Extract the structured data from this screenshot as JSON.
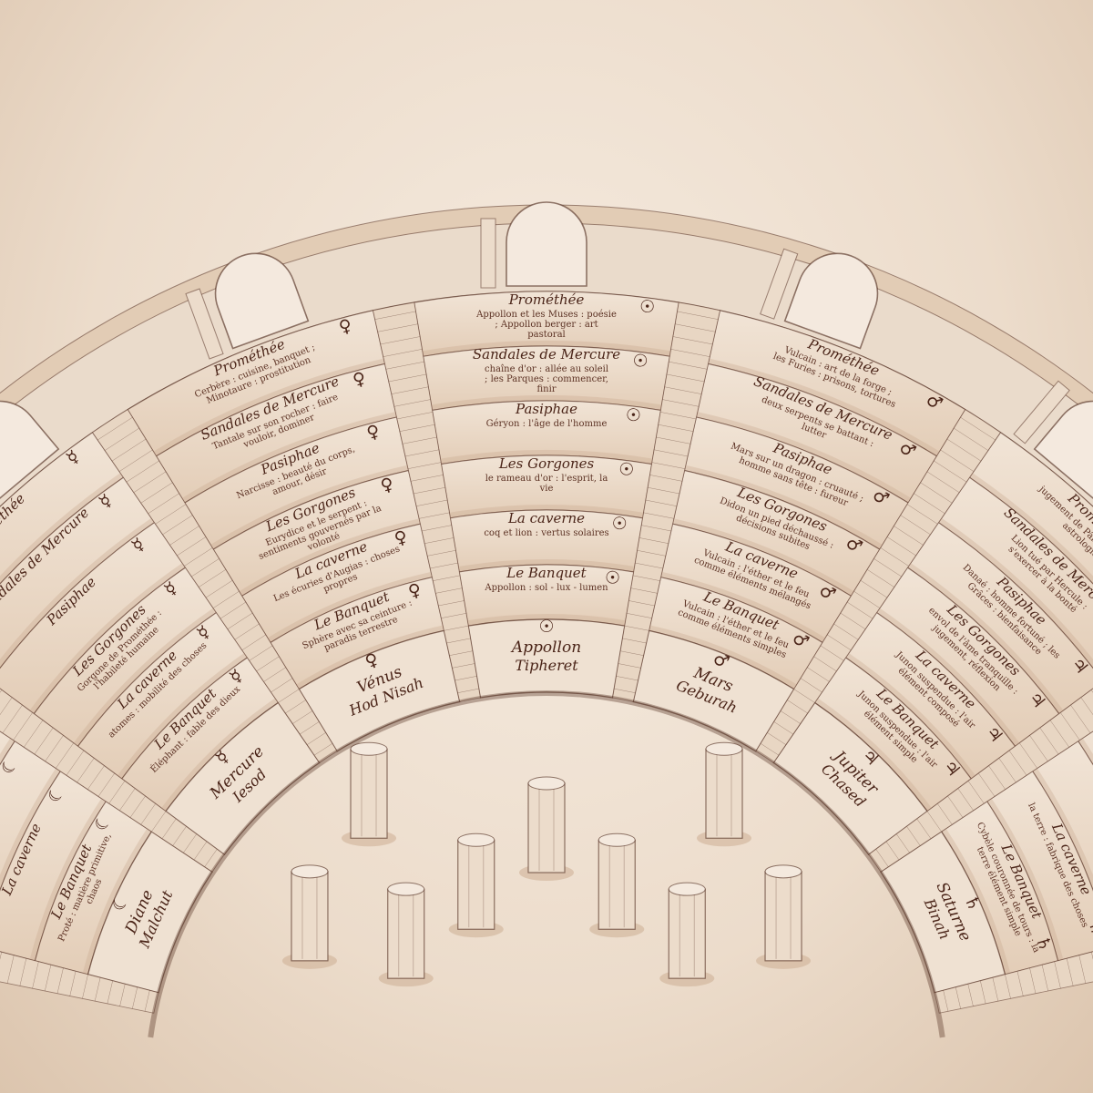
{
  "colors": {
    "paper": "#efe2d4",
    "ink": "#4a2418",
    "stone": "#e7d3bf",
    "shade": "#c9a98e"
  },
  "grades": [
    "Prométhée",
    "Sandales de Mercure",
    "Pasiphae",
    "Les Gorgones",
    "La caverne",
    "Le Banquet"
  ],
  "columns": [
    {
      "key": "lune",
      "planet": "Diane",
      "sephira": "Malchut",
      "symbol": "☾",
      "entries": [
        {
          "grade": 0,
          "text": ""
        },
        {
          "grade": 1,
          "text": ""
        },
        {
          "grade": 2,
          "text": ""
        },
        {
          "grade": 3,
          "text": ""
        },
        {
          "grade": 4,
          "text": ""
        },
        {
          "grade": 5,
          "text": "Proté : matière primitive, chaos"
        }
      ]
    },
    {
      "key": "mercure",
      "planet": "Mercure",
      "sephira": "Iesod",
      "symbol": "☿",
      "entries": [
        {
          "grade": 0,
          "text": ""
        },
        {
          "grade": 1,
          "text": ""
        },
        {
          "grade": 2,
          "text": ""
        },
        {
          "grade": 3,
          "text": "Gorgone de Prométhée : l'habileté humaine"
        },
        {
          "grade": 4,
          "text": "atomes : mobilité des choses"
        },
        {
          "grade": 5,
          "text": "Éléphant : fable des dieux"
        }
      ]
    },
    {
      "key": "venus",
      "planet": "Vénus",
      "sephira": "Hod Nisah",
      "symbol": "♀",
      "entries": [
        {
          "grade": 0,
          "text": "Cerbère : cuisine, banquet ; Minotaure : prostitution"
        },
        {
          "grade": 1,
          "text": "Tantale sur son rocher : faire vouloir, dominer"
        },
        {
          "grade": 2,
          "text": "Narcisse : beauté du corps, amour, désir"
        },
        {
          "grade": 3,
          "text": "Eurydice et le serpent : sentiments gouvernés par la volonté"
        },
        {
          "grade": 4,
          "text": "Les écuries d'Augias : choses propres"
        },
        {
          "grade": 5,
          "text": "Sphère avec sa ceinture : paradis terrestre"
        }
      ]
    },
    {
      "key": "soleil",
      "planet": "Appollon",
      "sephira": "Tipheret",
      "symbol": "☉",
      "entries": [
        {
          "grade": 0,
          "text": "Appollon et les Muses : poésie ; Appollon berger : art pastoral"
        },
        {
          "grade": 1,
          "text": "chaîne d'or : allée au soleil ; les Parques : commencer, finir"
        },
        {
          "grade": 2,
          "text": "Géryon : l'âge de l'homme"
        },
        {
          "grade": 3,
          "text": "le rameau d'or : l'esprit, la vie"
        },
        {
          "grade": 4,
          "text": "coq et lion : vertus solaires"
        },
        {
          "grade": 5,
          "text": "Appollon : sol - lux - lumen"
        }
      ]
    },
    {
      "key": "mars",
      "planet": "Mars",
      "sephira": "Geburah",
      "symbol": "♂",
      "entries": [
        {
          "grade": 0,
          "text": "Vulcain : art de la forge ; les Furies : prisons, tortures"
        },
        {
          "grade": 1,
          "text": "deux serpents se battant : lutter"
        },
        {
          "grade": 2,
          "text": "Mars sur un dragon : cruauté ; homme sans tête : fureur"
        },
        {
          "grade": 3,
          "text": "Didon un pied déchaussé : décisions subites"
        },
        {
          "grade": 4,
          "text": "Vulcain : l'éther et le feu comme éléments mélangés"
        },
        {
          "grade": 5,
          "text": "Vulcain : l'éther et le feu comme éléments simples"
        }
      ]
    },
    {
      "key": "jupiter",
      "planet": "Jupiter",
      "sephira": "Chased",
      "symbol": "♃",
      "entries": [
        {
          "grade": 0,
          "text": "jugement de Pâris ; sphère : astrologie"
        },
        {
          "grade": 1,
          "text": "Lion tué par Hercule : s'exercer à la bonté"
        },
        {
          "grade": 2,
          "text": "Danaé : homme fortuné ; les Grâces : bienfaisance"
        },
        {
          "grade": 3,
          "text": "envol de l'âme tranquille : jugement, réflexion"
        },
        {
          "grade": 4,
          "text": "Junon suspendue : l'air élément composé"
        },
        {
          "grade": 5,
          "text": "Junon suspendue : l'air élément simple"
        }
      ]
    },
    {
      "key": "saturne",
      "planet": "Saturne",
      "sephira": "Binah",
      "symbol": "♄",
      "entries": [
        {
          "grade": 0,
          "text": ""
        },
        {
          "grade": 1,
          "text": ""
        },
        {
          "grade": 2,
          "text": ""
        },
        {
          "grade": 3,
          "text": ""
        },
        {
          "grade": 4,
          "text": "la terre : fabrique des choses"
        },
        {
          "grade": 5,
          "text": "Cybèle couronnée de tours : la terre élément simple"
        }
      ]
    }
  ]
}
